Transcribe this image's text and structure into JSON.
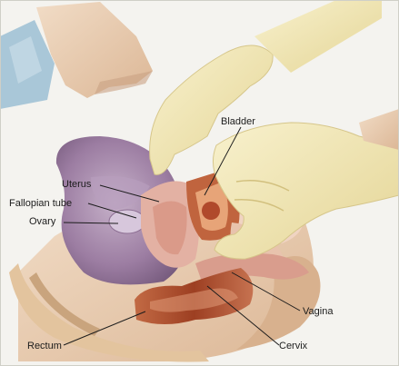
{
  "labels": {
    "bladder": "Bladder",
    "uterus": "Uterus",
    "fallopian_tube": "Fallopian tube",
    "ovary": "Ovary",
    "vagina": "Vagina",
    "rectum": "Rectum",
    "cervix": "Cervix"
  },
  "colors": {
    "background": "#f4f3ef",
    "glove": "#efe6b2",
    "skin": "#e9cdb0",
    "tissue_purple": "#8f6f95",
    "rectum": "#b4532f",
    "bladder": "#c0643e",
    "uterus_pink": "#e3b1a3",
    "drape": "#a9c7d8"
  }
}
